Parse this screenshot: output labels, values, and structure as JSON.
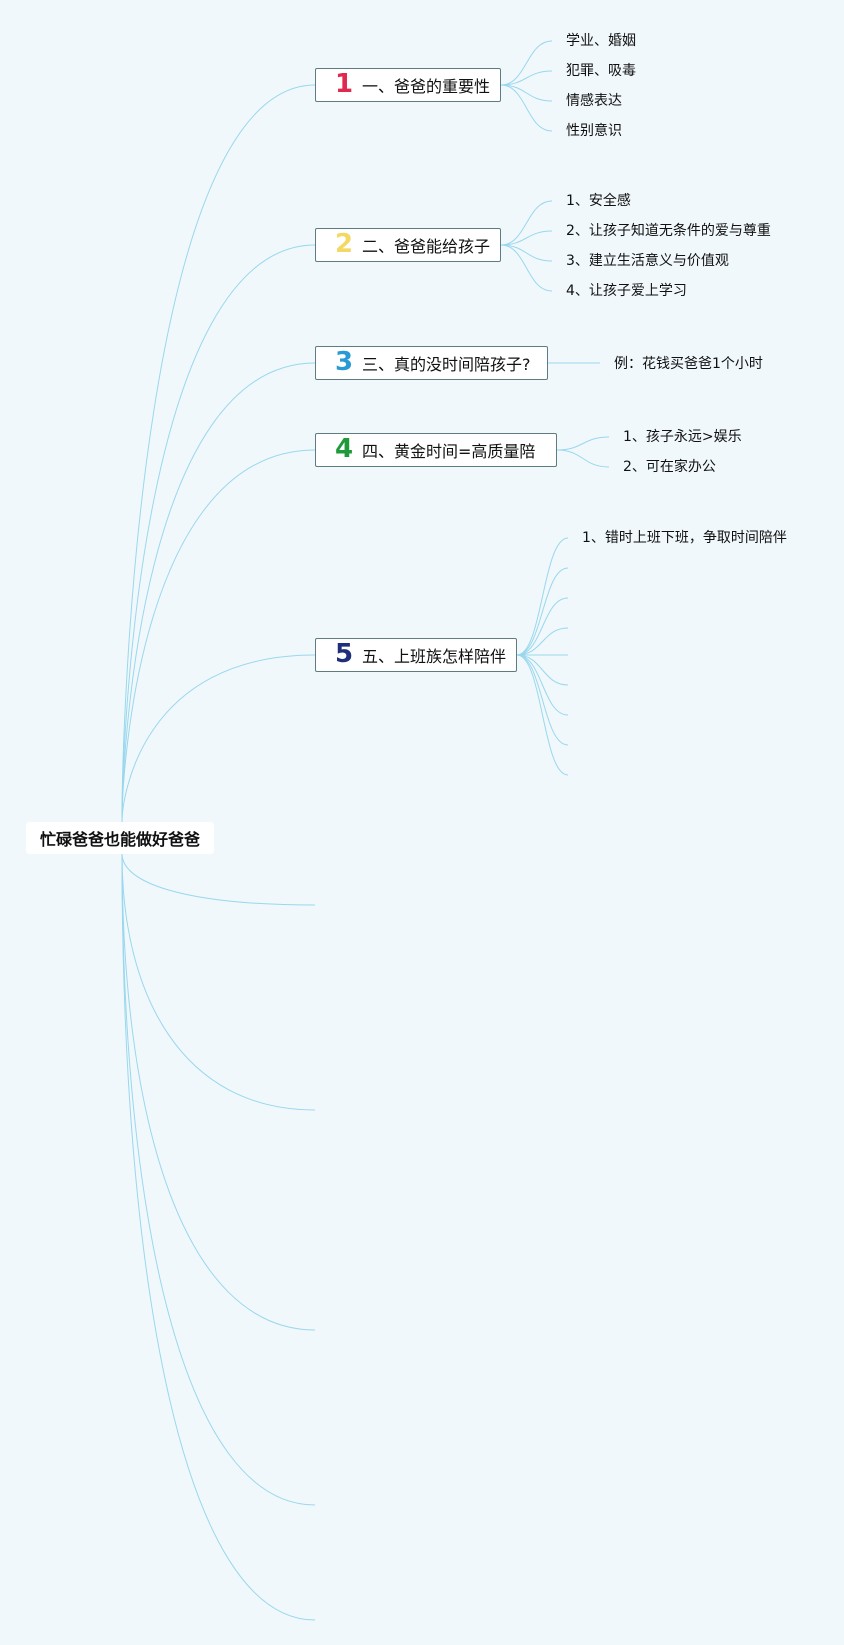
{
  "root": {
    "title": "忙碌爸爸也能做好爸爸"
  },
  "line_color": "#9ad7ee",
  "topics": [
    {
      "number": "1",
      "color": "#e0294f",
      "title": "一、爸爸的重要性",
      "children": [
        "学业、婚姻",
        "犯罪、吸毒",
        "情感表达",
        "性别意识"
      ]
    },
    {
      "number": "2",
      "color": "#f4d864",
      "title": "二、爸爸能给孩子",
      "children": [
        "1、安全感",
        "2、让孩子知道无条件的爱与尊重",
        "3、建立生活意义与价值观",
        "4、让孩子爱上学习"
      ]
    },
    {
      "number": "3",
      "color": "#2a9ad5",
      "title": "三、真的没时间陪孩子?",
      "children": [
        "例：花钱买爸爸1个小时"
      ]
    },
    {
      "number": "4",
      "color": "#1e9a3a",
      "title": "四、黄金时间=高质量陪",
      "children": [
        "1、孩子永远>娱乐",
        "2、可在家办公"
      ]
    },
    {
      "number": "5",
      "color": "#1f2f7a",
      "title": "五、上班族怎样陪伴",
      "children": [
        "1、错时上班下班，争取时间陪伴",
        "",
        "",
        "",
        "",
        "",
        "",
        "",
        ""
      ]
    }
  ]
}
